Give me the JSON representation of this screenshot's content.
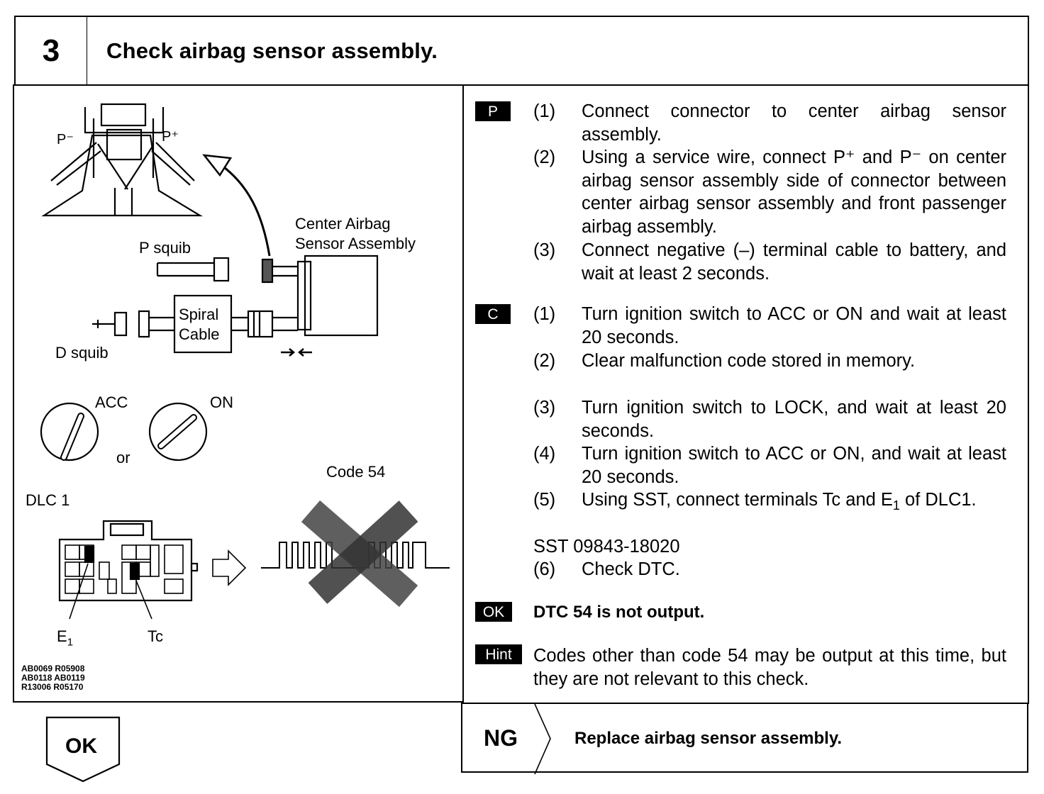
{
  "header": {
    "step_number": "3",
    "title": "Check airbag sensor assembly."
  },
  "figure": {
    "p_minus": "P⁻",
    "p_plus": "P⁺",
    "center_sensor_line1": "Center Airbag",
    "center_sensor_line2": "Sensor Assembly",
    "p_squib": "P squib",
    "d_squib": "D squib",
    "spiral_line1": "Spiral",
    "spiral_line2": "Cable",
    "acc": "ACC",
    "on": "ON",
    "or": "or",
    "code": "Code 54",
    "dlc": "DLC 1",
    "e1": "E",
    "e1_sub": "1",
    "tc": "Tc",
    "refs": [
      "AB0069 R05908",
      "AB0118 AB0119",
      "R13006 R05170"
    ]
  },
  "procedure": {
    "p_tag": "P",
    "p_steps": [
      {
        "n": "(1)",
        "text": "Connect connector to center airbag sensor assembly."
      },
      {
        "n": "(2)",
        "text": "Using a service wire, connect P⁺ and P⁻ on center airbag sensor assembly side of connector between center airbag sensor assembly and front passenger airbag assembly."
      },
      {
        "n": "(3)",
        "text": "Connect negative (–) terminal cable to battery, and wait at least 2 seconds."
      }
    ],
    "c_tag": "C",
    "c_steps": [
      {
        "n": "(1)",
        "text": "Turn ignition switch to ACC or ON and wait at least 20 seconds."
      },
      {
        "n": "(2)",
        "text": "Clear malfunction code stored in memory."
      },
      {
        "n": "(3)",
        "text": "Turn ignition switch to LOCK, and wait at least 20 seconds."
      },
      {
        "n": "(4)",
        "text": "Turn ignition switch to ACC or ON, and wait at least 20 seconds."
      },
      {
        "n": "(5)",
        "text_before": "Using SST, connect terminals Tc and E",
        "text_sub": "1",
        "text_after": " of DLC1."
      },
      {
        "n": "(6)",
        "text": "Check DTC."
      }
    ],
    "sst": "SST 09843-18020",
    "ok_tag": "OK",
    "ok_text": "DTC 54 is not output.",
    "hint_tag": "Hint",
    "hint_text": "Codes other than code 54 may be output at this time, but they are not relevant to this check."
  },
  "footer": {
    "ok_label": "OK",
    "ng_label": "NG",
    "ng_action": "Replace airbag sensor assembly."
  }
}
